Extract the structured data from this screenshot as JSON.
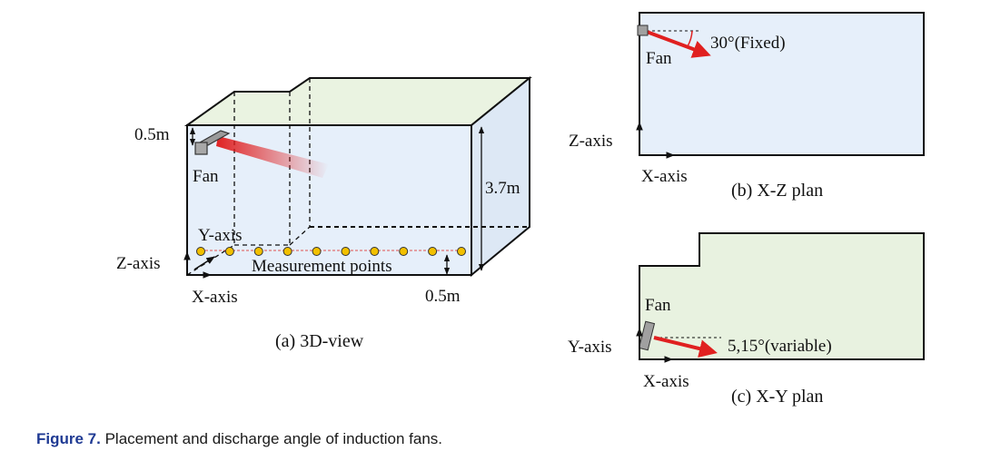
{
  "panels": {
    "view_3d": {
      "caption": "(a) 3D-view",
      "labels": {
        "top_offset": "0.5m",
        "fan": "Fan",
        "height": "3.7m",
        "y_axis": "Y-axis",
        "z_axis": "Z-axis",
        "x_axis": "X-axis",
        "measurement_points": "Measurement points",
        "bottom_offset": "0.5m"
      },
      "measurement_point_count": 10
    },
    "xz_plan": {
      "caption": "(b) X-Z plan",
      "labels": {
        "fan": "Fan",
        "angle": "30°(Fixed)",
        "z_axis": "Z-axis",
        "x_axis": "X-axis"
      }
    },
    "xy_plan": {
      "caption": "(c) X-Y plan",
      "labels": {
        "fan": "Fan",
        "angle": "5,15°(variable)",
        "y_axis": "Y-axis",
        "x_axis": "X-axis"
      }
    }
  },
  "figure_caption": {
    "label": "Figure 7.",
    "text": " Placement and discharge angle of induction fans."
  },
  "colors": {
    "box_fill": "#e9f1fb",
    "plan_fill": "#e8f2e0",
    "arrow": "#e02020",
    "point": "#f2c000"
  }
}
